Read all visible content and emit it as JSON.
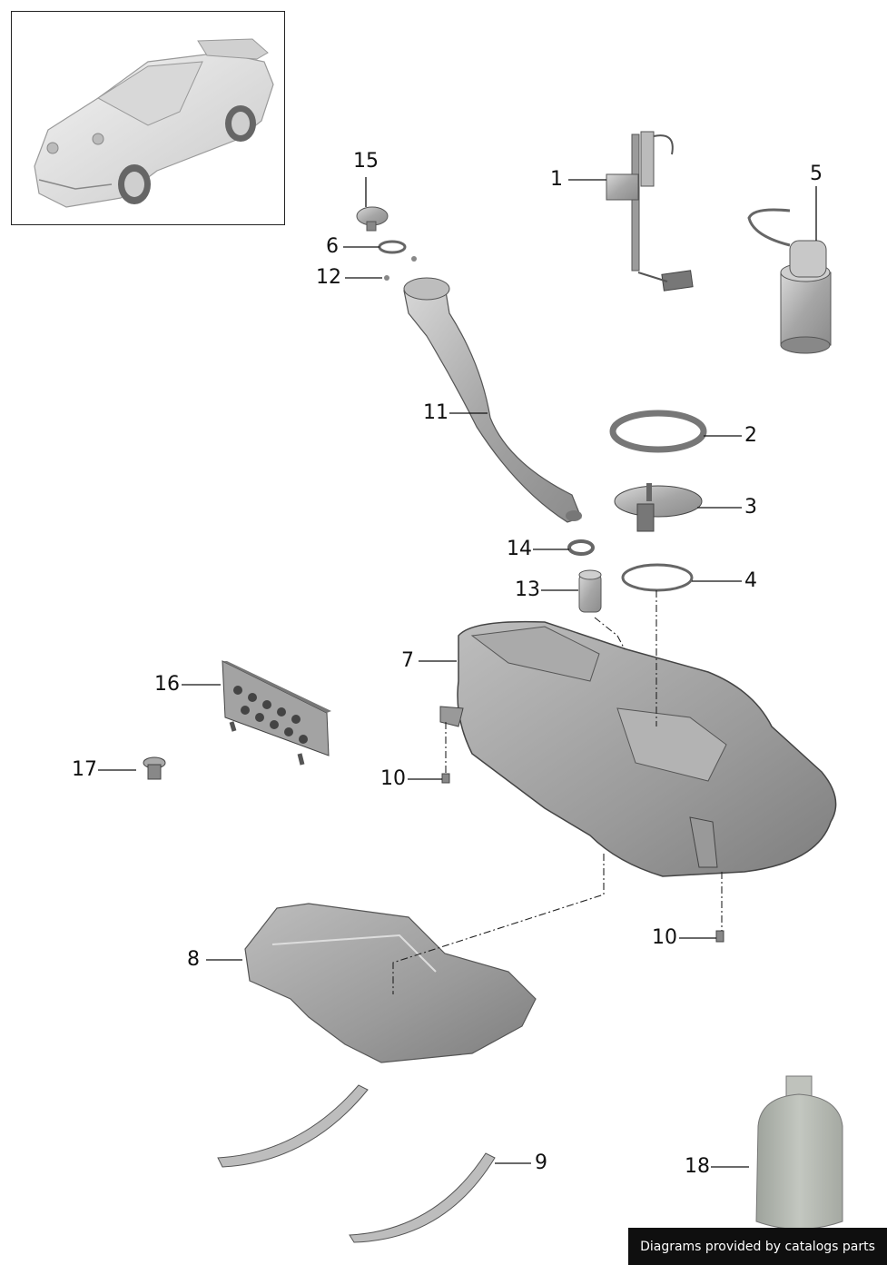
{
  "diagram": {
    "callouts": [
      {
        "id": "c1",
        "label": "1"
      },
      {
        "id": "c2",
        "label": "2"
      },
      {
        "id": "c3",
        "label": "3"
      },
      {
        "id": "c4",
        "label": "4"
      },
      {
        "id": "c5",
        "label": "5"
      },
      {
        "id": "c6",
        "label": "6"
      },
      {
        "id": "c7",
        "label": "7"
      },
      {
        "id": "c8",
        "label": "8"
      },
      {
        "id": "c9",
        "label": "9"
      },
      {
        "id": "c10a",
        "label": "10"
      },
      {
        "id": "c10b",
        "label": "10"
      },
      {
        "id": "c11",
        "label": "11"
      },
      {
        "id": "c12",
        "label": "12"
      },
      {
        "id": "c13",
        "label": "13"
      },
      {
        "id": "c14",
        "label": "14"
      },
      {
        "id": "c15",
        "label": "15"
      },
      {
        "id": "c16",
        "label": "16"
      },
      {
        "id": "c17",
        "label": "17"
      },
      {
        "id": "c18",
        "label": "18"
      }
    ]
  },
  "footer": {
    "text": "Diagrams provided by catalogs parts"
  },
  "colors": {
    "part_fill": "#b9b9b9",
    "part_dark": "#8a8a8a",
    "line": "#222222",
    "footer_bg": "#0f0f0f"
  }
}
